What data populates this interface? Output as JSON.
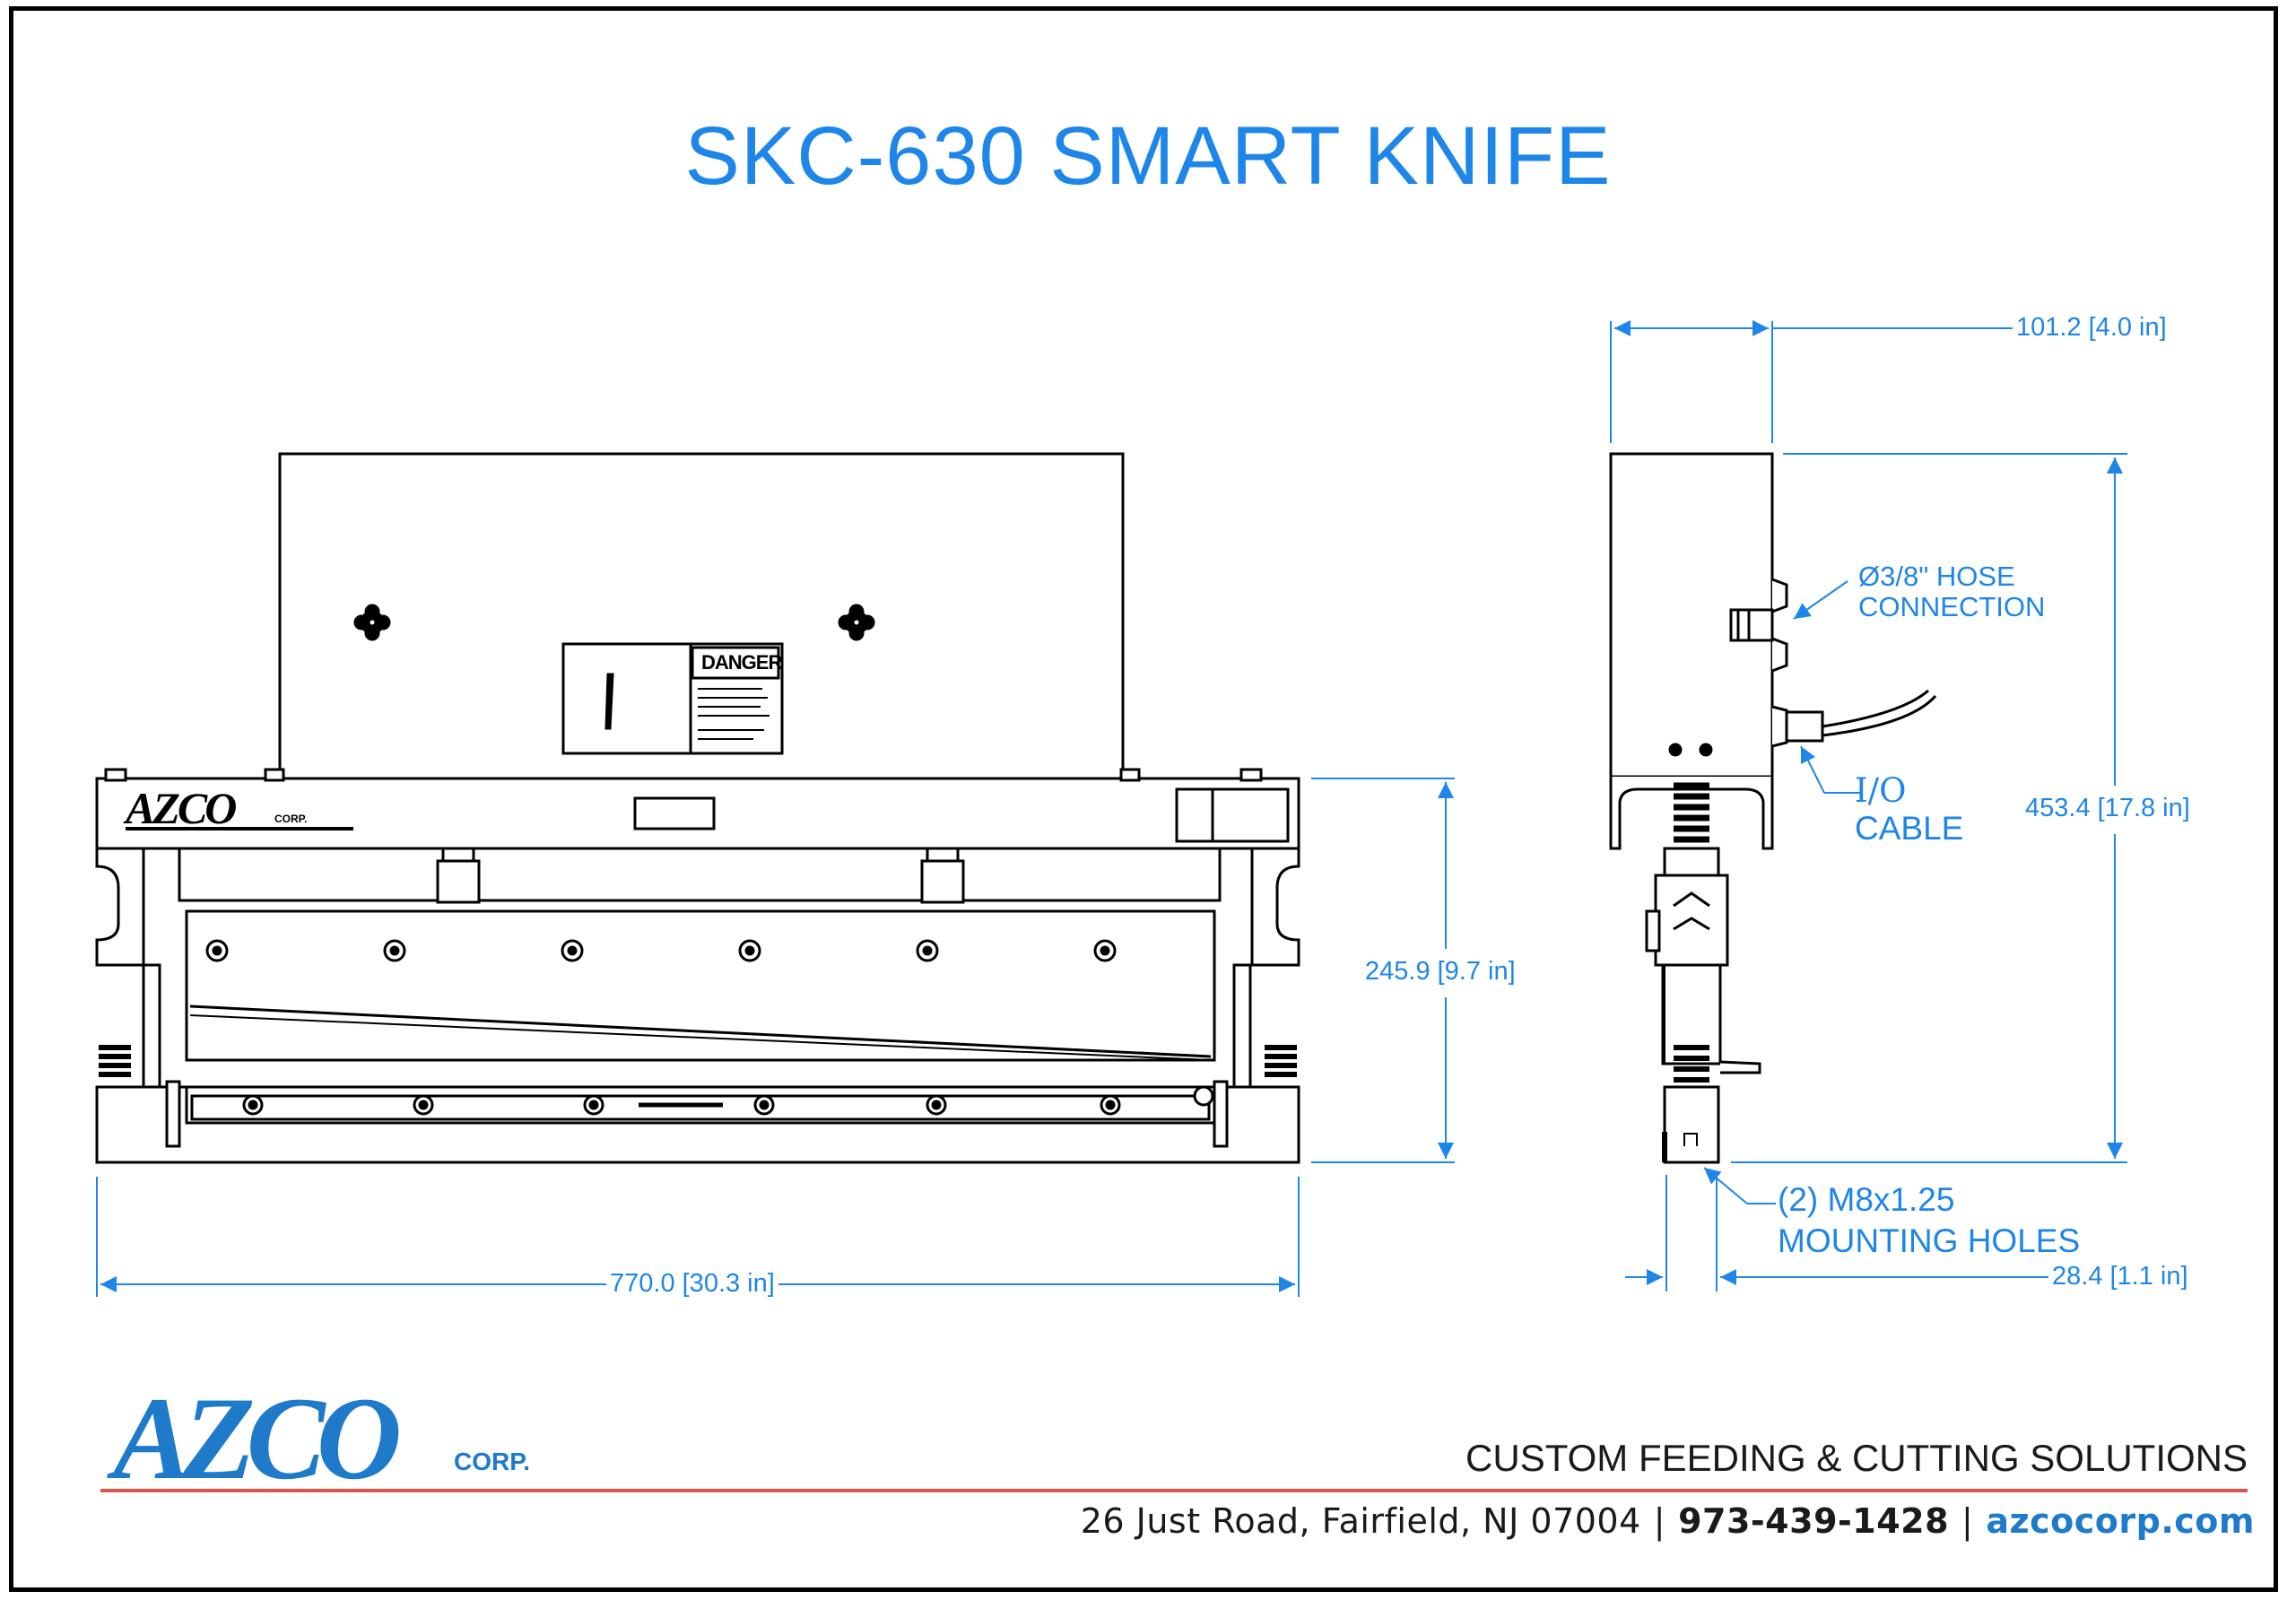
{
  "title": "SKC-630 SMART KNIFE",
  "dimensions": {
    "front_width": "770.0 [30.3 in]",
    "front_height": "245.9 [9.7 in]",
    "side_depth": "101.2 [4.0 in]",
    "side_height": "453.4 [17.8 in]",
    "side_base": "28.4 [1.1 in]"
  },
  "callouts": {
    "hose_line1": "Ø3/8\" HOSE",
    "hose_line2": "CONNECTION",
    "io_line1": "I/O",
    "io_line2": "CABLE",
    "mount_line1": "(2) M8x1.25",
    "mount_line2": "MOUNTING HOLES"
  },
  "machine_labels": {
    "danger": "DANGER",
    "brand": "AZCO",
    "brand_corp": "CORP."
  },
  "footer": {
    "logo_text": "AZCO",
    "logo_corp": "CORP.",
    "tagline": "CUSTOM FEEDING & CUTTING SOLUTIONS",
    "address": "26 Just Road, Fairfield, NJ 07004",
    "phone": "973-439-1428",
    "website": "azcocorp.com"
  },
  "colors": {
    "accent_blue": "#1e86e8",
    "logo_blue": "#1f7ac9",
    "rule_red": "#d9534f",
    "line_black": "#000000"
  }
}
